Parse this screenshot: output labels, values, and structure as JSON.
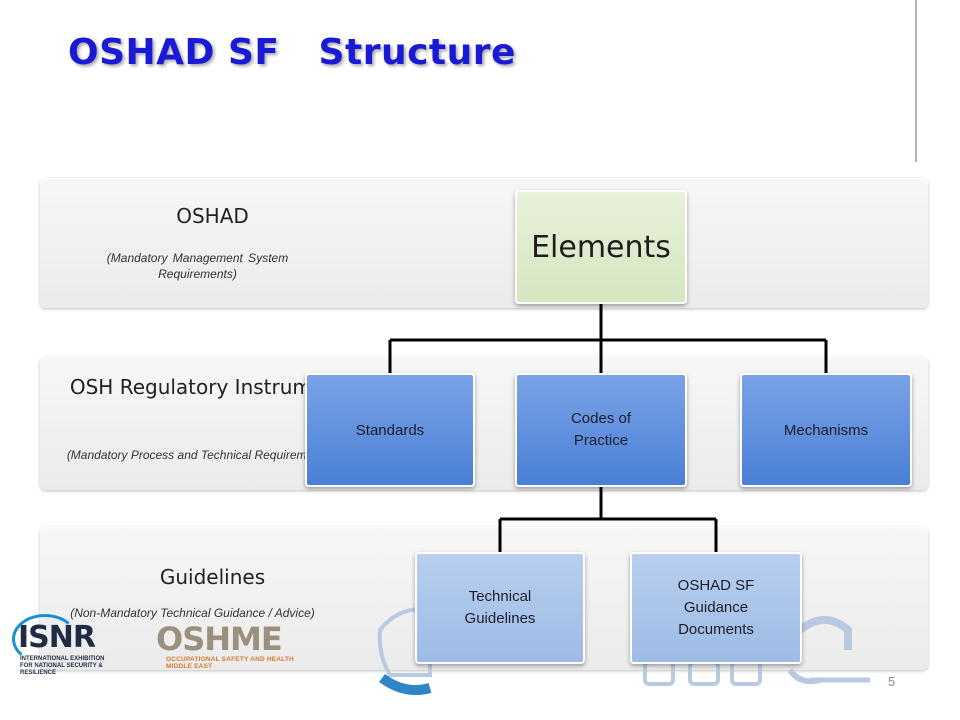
{
  "title": "OSHAD SF   Structure",
  "bands": [
    {
      "title": "OSHAD",
      "subtitle": "(Mandatory Management      System Requirements)"
    },
    {
      "title": "OSH Regulatory Instruments",
      "subtitle": "(Mandatory Process and Technical Requirements)"
    },
    {
      "title": "Guidelines",
      "subtitle": "(Non-Mandatory Technical Guidance / Advice)"
    }
  ],
  "nodes": {
    "elements": "Elements",
    "standards": "Standards",
    "codes_of_practice": "Codes of Practice",
    "mechanisms": "Mechanisms",
    "technical_guidelines": "Technical Guidelines",
    "guidance_documents": "OSHAD SF Guidance Documents"
  },
  "logos": {
    "isnr": "ISNR",
    "isnr_sub": "INTERNATIONAL EXHIBITION FOR NATIONAL SECURITY & RESILIENCE",
    "oshme": "OSHME",
    "oshme_sub": "OCCUPATIONAL SAFETY AND HEALTH MIDDLE EAST"
  },
  "page_number": "5",
  "colors": {
    "title": "#1a1ad6",
    "elements_box": "#d6e6c0",
    "level2_box": "#4a7fd6",
    "level3_box": "#9dbbe6",
    "band": "#ececec"
  }
}
